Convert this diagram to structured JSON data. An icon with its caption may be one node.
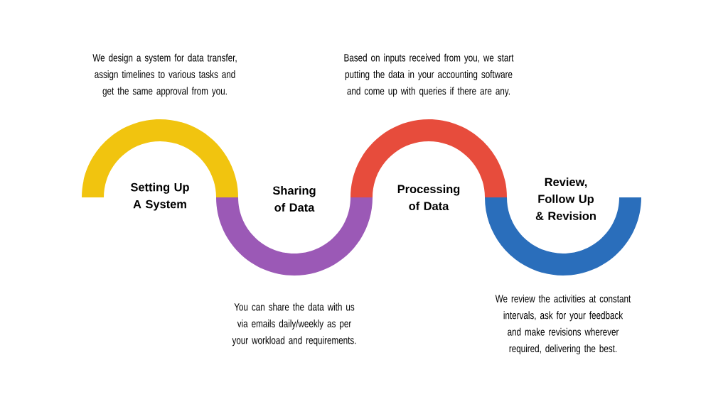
{
  "diagram": {
    "nodes": [
      {
        "text": [
          "Setting Up A System"
        ],
        "beside": [
          "We design a system for data transfer, assign timelines to various tasks and get the same approval from you."
        ]
      },
      {
        "text": [
          "Sharing of Data"
        ],
        "beside": [
          "You can share the data with us via emails daily/weekly as per your workload and requirements."
        ]
      },
      {
        "text": [
          "Processing of Data"
        ],
        "beside": [
          "Based on inputs received from you, we start putting the data in your accounting software and come up with queries if there are any."
        ]
      },
      {
        "text": [
          "Review, Follow Up & Revision"
        ],
        "beside": [
          "We review the activities at constant intervals, ask for your feedback and make revisions wherever required, delivering the best."
        ]
      }
    ],
    "edges": []
  }
}
